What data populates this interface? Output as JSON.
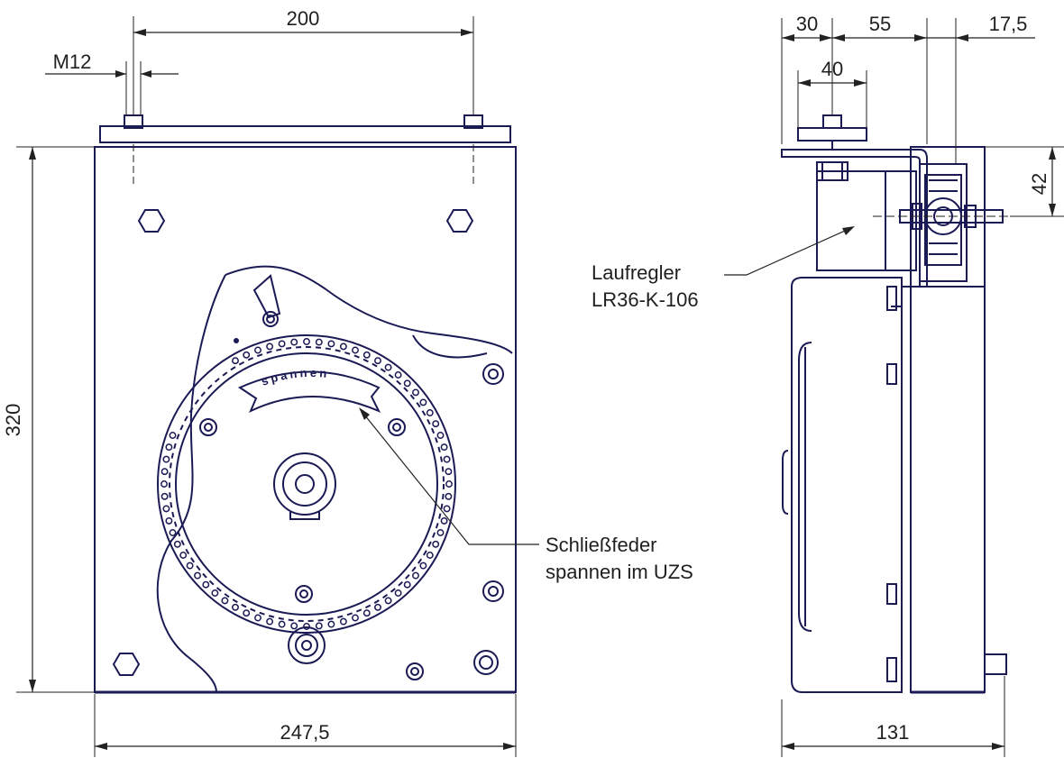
{
  "dimensions": {
    "front_bolt_spacing": "200",
    "thread": "M12",
    "front_height": "320",
    "front_width": "247,5",
    "side_offset_1": "30",
    "side_offset_2": "55",
    "side_offset_3": "17,5",
    "side_bracket": "40",
    "side_height_offset": "42",
    "side_depth": "131"
  },
  "labels": {
    "arc_text": "spannen",
    "governor_line1": "Laufregler",
    "governor_line2": "LR36-K-106",
    "spring_line1": "Schließfeder",
    "spring_line2": "spannen im UZS"
  },
  "colors": {
    "part_stroke": "#1a1a55",
    "dimension_stroke": "#222222",
    "background": "#ffffff"
  }
}
